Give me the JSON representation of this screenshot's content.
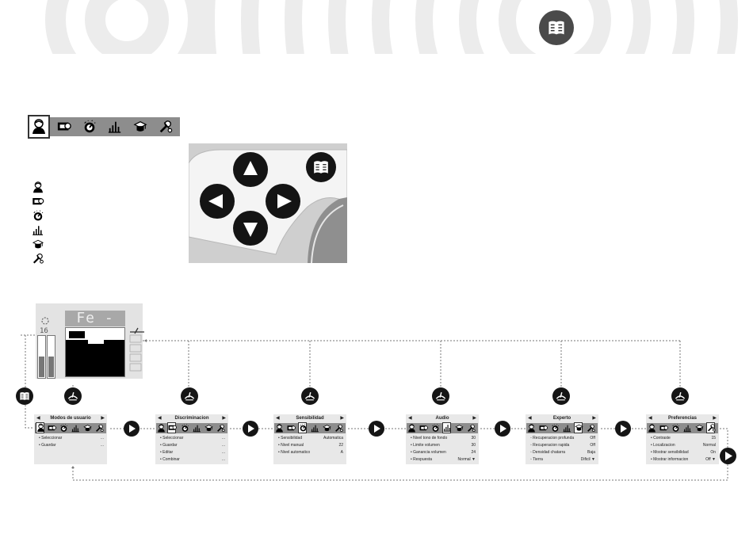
{
  "screen": {
    "display_text": "Fe - Co",
    "depth_value": "16"
  },
  "panels": [
    {
      "title": "Modos de usuario",
      "rows": [
        {
          "label": "Seleccionar",
          "value": "..."
        },
        {
          "label": "Guardar",
          "value": "..."
        }
      ]
    },
    {
      "title": "Discriminacion",
      "rows": [
        {
          "label": "Seleccionar",
          "value": "..."
        },
        {
          "label": "Guardar",
          "value": "..."
        },
        {
          "label": "Editar",
          "value": "..."
        },
        {
          "label": "Combinar",
          "value": "..."
        }
      ]
    },
    {
      "title": "Sensibilidad",
      "rows": [
        {
          "label": "Sensibilidad",
          "value": "Automatica"
        },
        {
          "label": "Nivel manual",
          "value": "22"
        },
        {
          "label": "Nivel automatico",
          "value": "A"
        }
      ]
    },
    {
      "title": "Audio",
      "rows": [
        {
          "label": "Nivel tono de fondo",
          "value": "30"
        },
        {
          "label": "Limite volumen",
          "value": "30"
        },
        {
          "label": "Ganancia volumen",
          "value": "24"
        },
        {
          "label": "Respuesta",
          "value": "Normal ▼"
        }
      ]
    },
    {
      "title": "Experto",
      "rows": [
        {
          "label": "Recuperacion profunda",
          "value": "Off"
        },
        {
          "label": "Recuperacion rapida",
          "value": "Off"
        },
        {
          "label": "Densidad chatarra",
          "value": "Baja"
        },
        {
          "label": "Tierra",
          "value": "Dificil ▼"
        }
      ]
    },
    {
      "title": "Preferencias",
      "rows": [
        {
          "label": "Contraste",
          "value": "15"
        },
        {
          "label": "Localizacion",
          "value": "Normal"
        },
        {
          "label": "Mostrar sensibilidad",
          "value": "On"
        },
        {
          "label": "Mostrar informacion",
          "value": "Off ▼"
        }
      ]
    }
  ],
  "icons": [
    "user-modes-icon",
    "discrimination-icon",
    "sensitivity-icon",
    "audio-icon",
    "expert-icon",
    "preferences-icon",
    "menu-book-icon",
    "detect-icon",
    "arrow-up-icon",
    "arrow-down-icon",
    "arrow-left-icon",
    "arrow-right-icon"
  ],
  "colors": {
    "dark": "#151515",
    "bar": "#8d8d8d",
    "panel": "#e8e8e8",
    "keypad": "#dcdcdc"
  }
}
